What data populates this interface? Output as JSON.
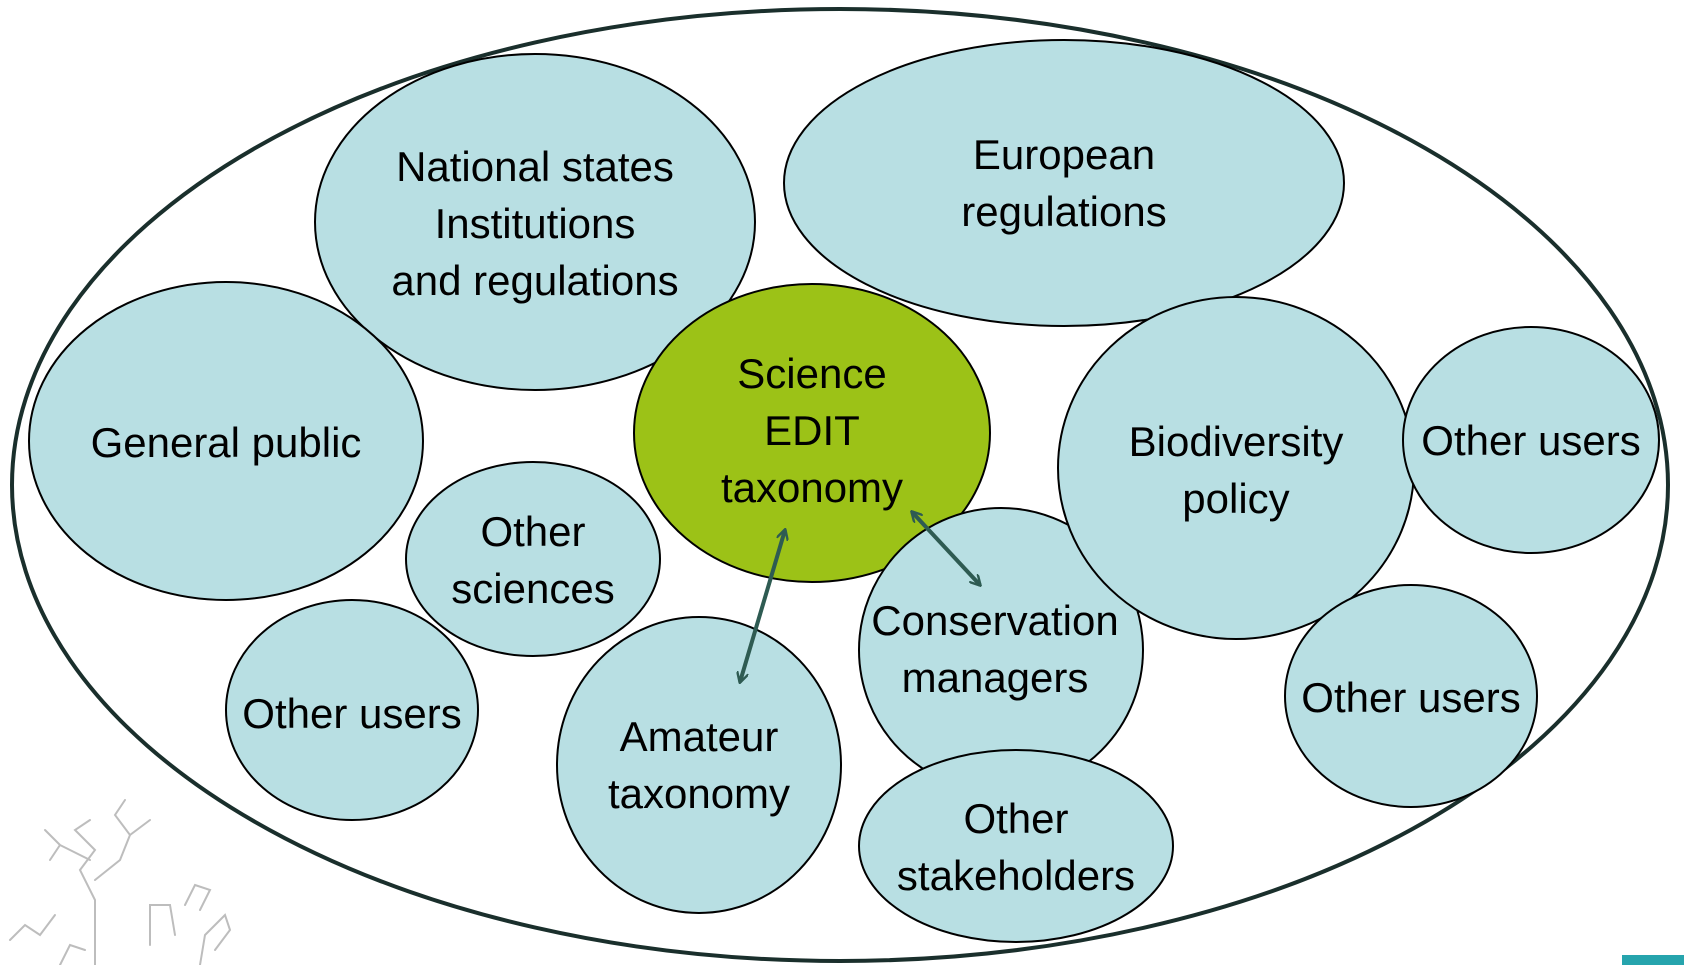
{
  "colors": {
    "bubble_fill": "#b8dfe3",
    "center_fill": "#9cc217",
    "arrow": "#2e5b52",
    "outline": "#1a2f2c",
    "accent_box": "#26a4ad"
  },
  "icons": {
    "corner_logo": "tree-sketch-icon"
  },
  "bubbles": {
    "national": [
      "National states",
      "Institutions",
      "and regulations"
    ],
    "european": [
      "European",
      "regulations"
    ],
    "public": [
      "General public"
    ],
    "science": [
      "Science",
      "EDIT",
      "taxonomy"
    ],
    "biodiversity": [
      "Biodiversity",
      "policy"
    ],
    "other_users_right_top": [
      "Other users"
    ],
    "other_sciences": [
      "Other",
      "sciences"
    ],
    "conservation": [
      "Conservation",
      "managers"
    ],
    "other_users_left": [
      "Other users"
    ],
    "amateur": [
      "Amateur",
      "taxonomy"
    ],
    "other_users_right_bottom": [
      "Other users"
    ],
    "stakeholders": [
      "Other",
      "stakeholders"
    ]
  }
}
